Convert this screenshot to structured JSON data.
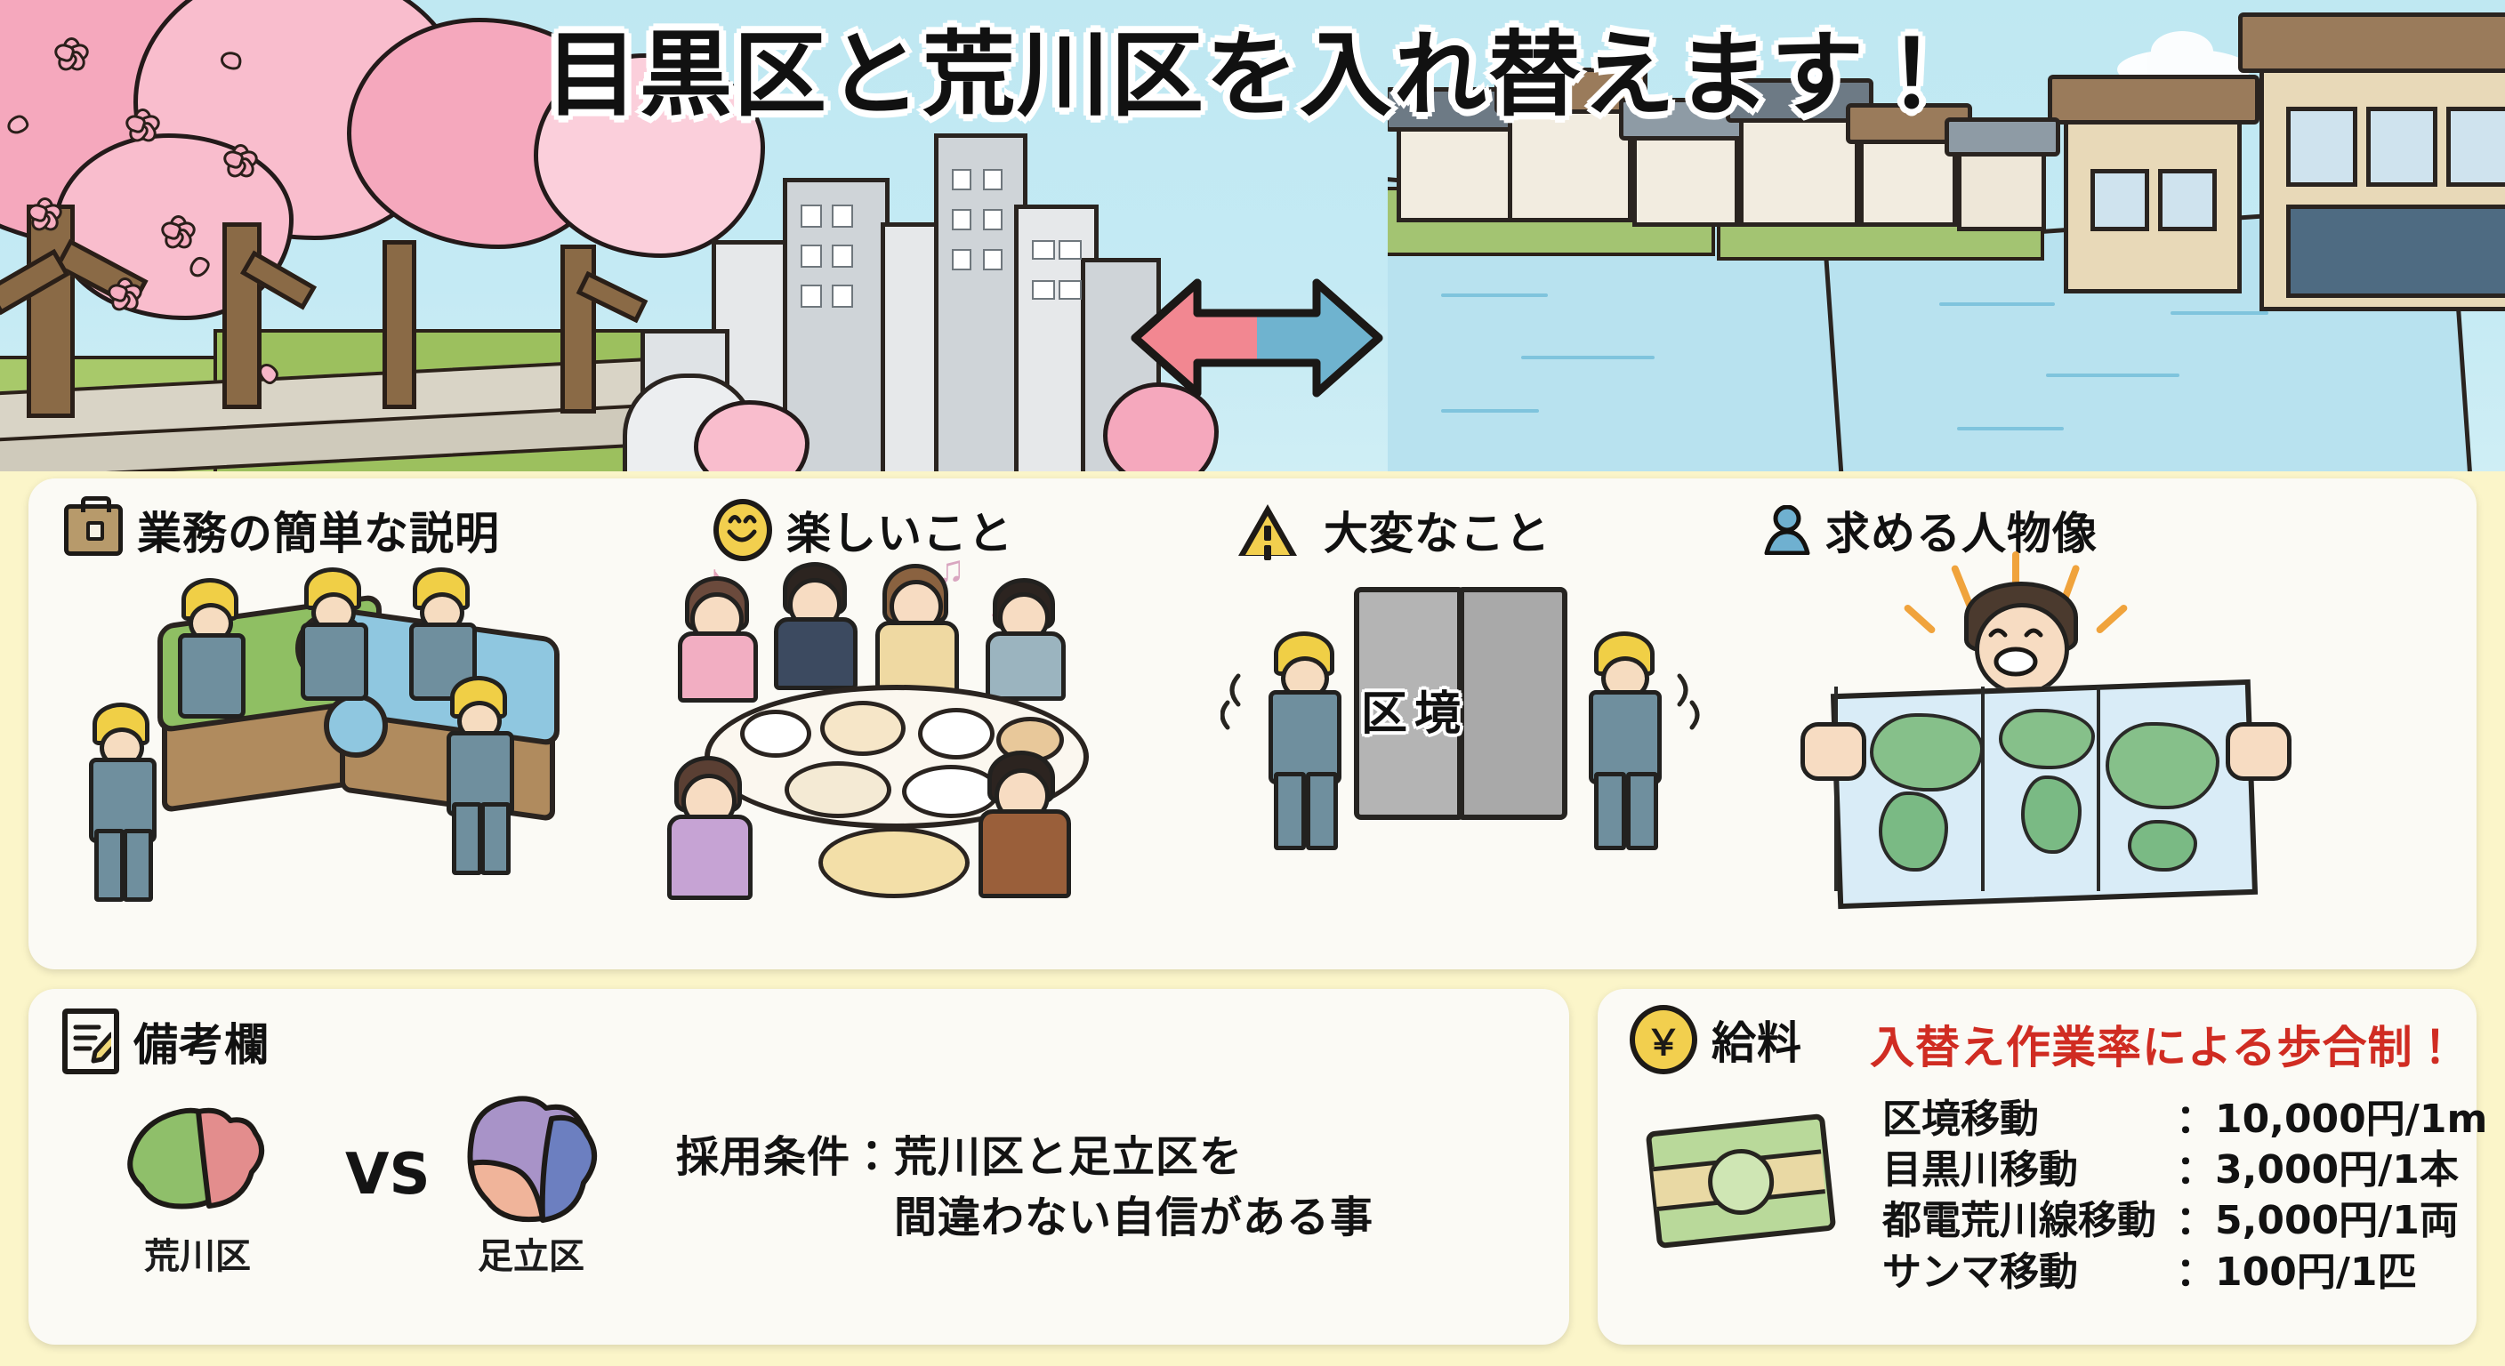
{
  "poster": {
    "title": "目黒区と荒川区を入れ替えます！",
    "background_color": "#fbf5c9",
    "sky_color": "#c4eaf4"
  },
  "hero": {
    "left_scene_name": "目黒川の桜並木",
    "right_scene_name": "荒川区の下町と川",
    "swap_arrow": {
      "name": "swap-arrow-icon",
      "left_color": "#f28791",
      "right_color": "#6fb3cf"
    }
  },
  "sections": [
    {
      "id": "job-description",
      "icon": "briefcase-icon",
      "title": "業務の簡単な説明",
      "illustration": "作業員が区の土地をパズルのように運ぶ"
    },
    {
      "id": "fun-things",
      "icon": "smiley-icon",
      "title": "楽しいこと",
      "illustration": "みんなで食事を楽しむ様子"
    },
    {
      "id": "hard-things",
      "icon": "warning-triangle-icon",
      "title": "大変なこと",
      "illustration": "作業員が区境の石板を運ぶ",
      "inline_label": "区境"
    },
    {
      "id": "ideal-candidate",
      "icon": "person-icon",
      "title": "求める人物像",
      "illustration": "地図を広げて笑顔の人"
    }
  ],
  "remarks": {
    "icon": "note-pencil-icon",
    "title": "備考欄",
    "vs_label": "VS",
    "maps": [
      {
        "label": "荒川区",
        "colors": [
          "#8fbf6a",
          "#e38d8d"
        ]
      },
      {
        "label": "足立区",
        "colors": [
          "#a893c8",
          "#6c7fc0",
          "#f0b49a"
        ]
      }
    ],
    "condition_lines": [
      "採用条件：荒川区と足立区を",
      "　　　　　間違わない自信がある事"
    ]
  },
  "salary": {
    "icon": "yen-coin-icon",
    "title": "給料",
    "headline": "入替え作業率による歩合制！",
    "headline_color": "#d02c22",
    "cash_icon": "cash-bundle-icon",
    "rows": [
      {
        "name": "区境移動",
        "sep": "：",
        "value": "10,000円/1m"
      },
      {
        "name": "目黒川移動",
        "sep": "：",
        "value": "3,000円/1本"
      },
      {
        "name": "都電荒川線移動",
        "sep": "：",
        "value": "5,000円/1両"
      },
      {
        "name": "サンマ移動",
        "sep": "：",
        "value": "100円/1匹"
      }
    ]
  }
}
